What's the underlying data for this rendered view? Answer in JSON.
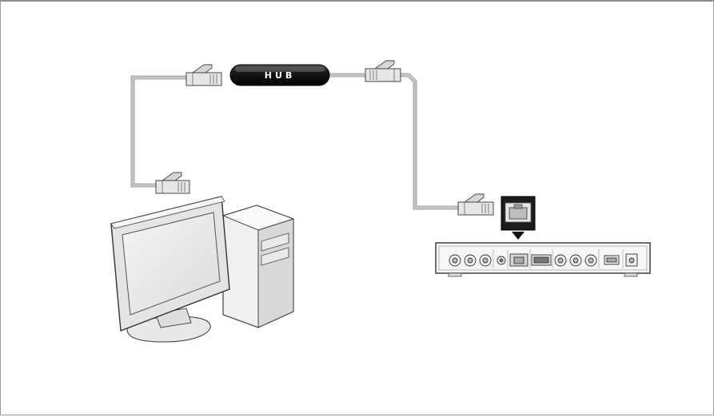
{
  "diagram": {
    "hub_label": "HUB",
    "nodes": [
      {
        "id": "hub",
        "label": "HUB"
      },
      {
        "id": "computer",
        "label": ""
      },
      {
        "id": "media-player",
        "label": ""
      }
    ],
    "connections": [
      {
        "from": "computer",
        "to": "hub",
        "cable": "ethernet"
      },
      {
        "from": "hub",
        "to": "media-player",
        "cable": "ethernet"
      }
    ],
    "colors": {
      "hub_body": "#1a1a1a",
      "cable": "#c8c8c8",
      "device_outline": "#444444",
      "port_highlight": "#111111"
    }
  }
}
